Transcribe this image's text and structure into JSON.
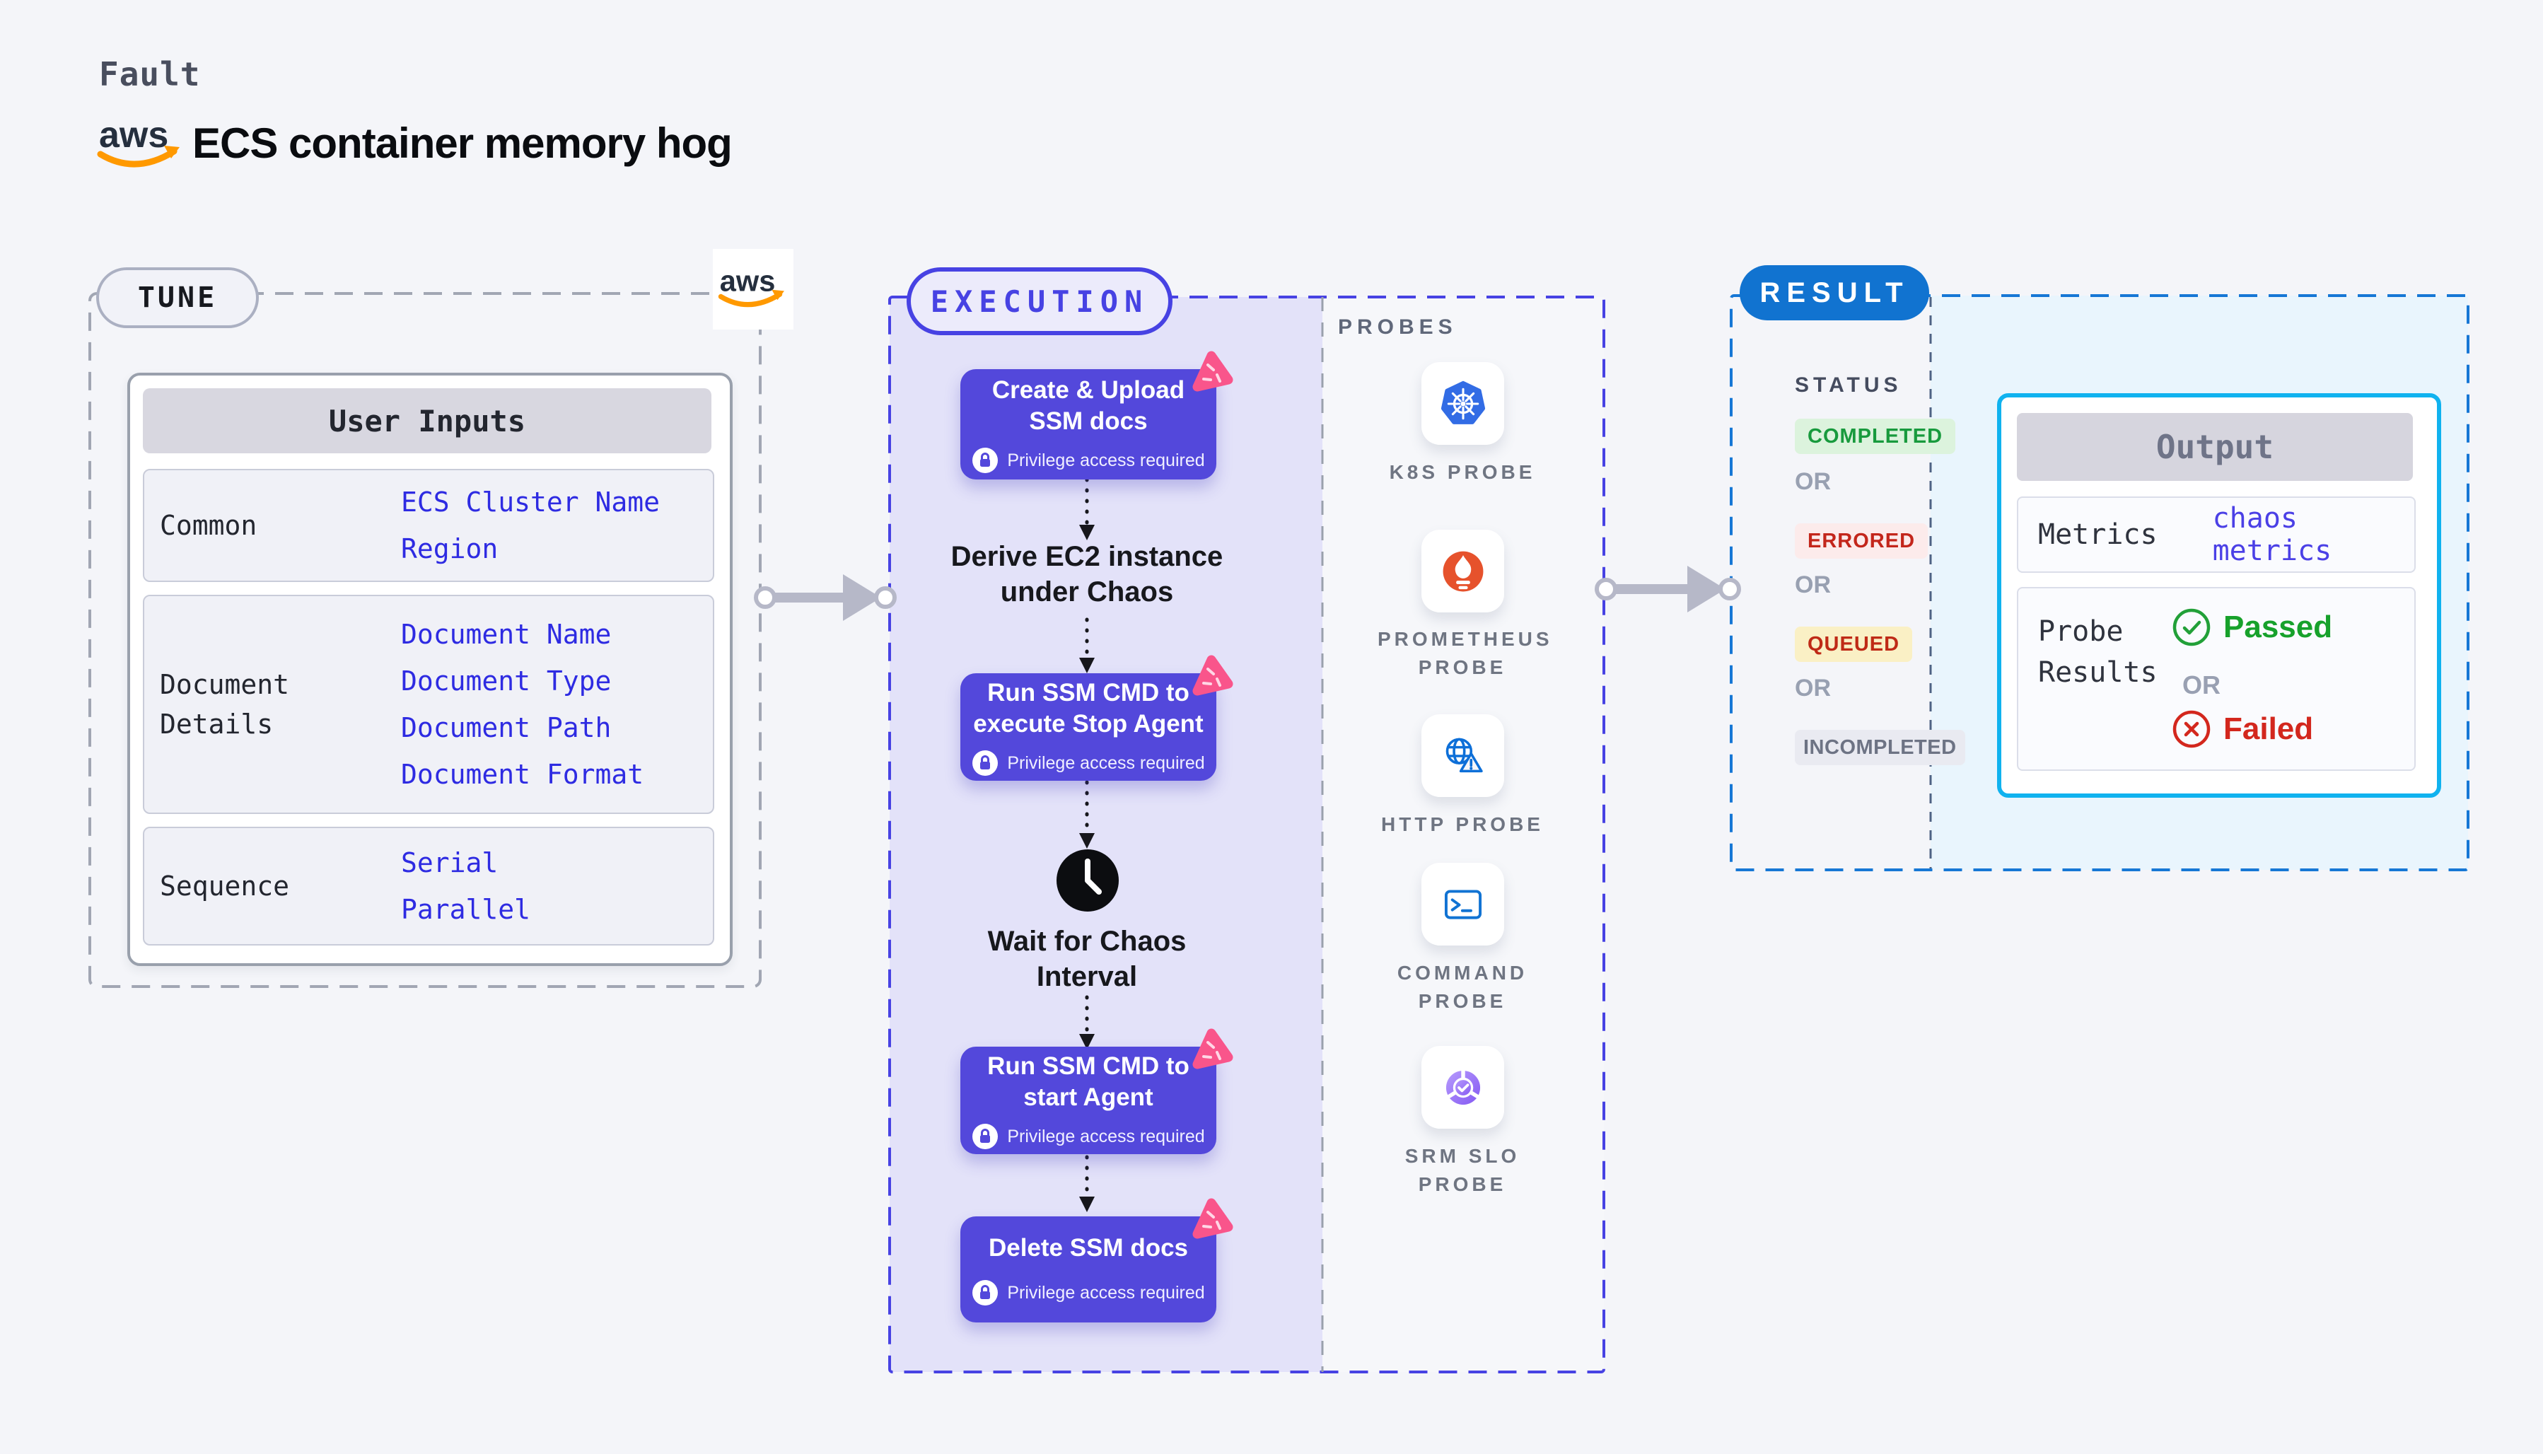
{
  "header": {
    "kicker": "Fault",
    "title": "ECS container memory hog"
  },
  "tune": {
    "badge": "TUNE",
    "user_inputs": {
      "title": "User Inputs",
      "rows": [
        {
          "label": "Common",
          "values": [
            "ECS Cluster Name",
            "Region"
          ]
        },
        {
          "label": "Document Details",
          "values": [
            "Document Name",
            "Document Type",
            "Document Path",
            "Document Format"
          ]
        },
        {
          "label": "Sequence",
          "values": [
            "Serial",
            "Parallel"
          ]
        }
      ]
    }
  },
  "execution": {
    "badge": "EXECUTION",
    "privilege_note": "Privilege access required",
    "steps": {
      "create_upload": "Create & Upload SSM docs",
      "derive": "Derive EC2 instance under Chaos",
      "stop_agent": "Run SSM CMD to execute Stop Agent",
      "wait": "Wait for Chaos Interval",
      "start_agent": "Run SSM CMD to start Agent",
      "delete_docs": "Delete SSM docs"
    },
    "probes": {
      "title": "PROBES",
      "items": [
        {
          "label": "K8S PROBE",
          "icon": "kubernetes-icon"
        },
        {
          "label": "PROMETHEUS PROBE",
          "icon": "prometheus-icon"
        },
        {
          "label": "HTTP PROBE",
          "icon": "http-globe-warning-icon"
        },
        {
          "label": "COMMAND PROBE",
          "icon": "terminal-icon"
        },
        {
          "label": "SRM SLO PROBE",
          "icon": "srm-slo-donut-icon"
        }
      ]
    }
  },
  "result": {
    "badge": "RESULT",
    "status": {
      "title": "STATUS",
      "or": "OR",
      "items": [
        {
          "label": "COMPLETED",
          "fg": "#189a3d",
          "bg": "#dcf3dd"
        },
        {
          "label": "ERRORED",
          "fg": "#c3261b",
          "bg": "#fcebeb"
        },
        {
          "label": "QUEUED",
          "fg": "#bf2a16",
          "bg": "#faf0c5"
        },
        {
          "label": "INCOMPLETED",
          "fg": "#6d7384",
          "bg": "#e9eaf1"
        }
      ]
    },
    "output": {
      "title": "Output",
      "metrics_label": "Metrics",
      "metrics_value": "chaos metrics",
      "probe_results_label": "Probe Results",
      "passed": "Passed",
      "or": "OR",
      "failed": "Failed"
    }
  },
  "colors": {
    "page_bg": "#f4f5f9",
    "execution_fill": "#e3e2f9",
    "execution_accent": "#4742e3",
    "step_box": "#5348db",
    "result_fill": "#e9f5fd",
    "result_accent": "#1173d0",
    "output_border": "#10b2ef",
    "value_blue": "#2e2be2",
    "metrics_value": "#4b40e6",
    "passed_green": "#17a12b",
    "failed_red": "#d3271d",
    "chaos_pink": "#f9558b",
    "aws_orange": "#ff9900"
  }
}
